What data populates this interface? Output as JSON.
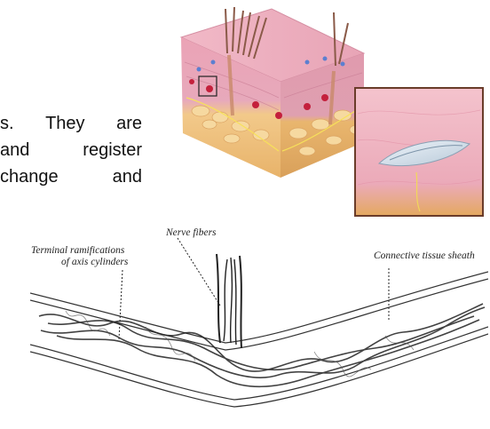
{
  "paragraph": {
    "lines": [
      "s.  They  are",
      "and  register",
      "change  and"
    ]
  },
  "figure_bottom": {
    "labels": {
      "nerve_fibers": "Nerve fibers",
      "terminal_1": "Terminal ramifications",
      "terminal_2": "of axis cylinders",
      "connective": "Connective tissue sheath"
    }
  },
  "colors": {
    "skin_pink": "#e9a8b8",
    "fat_yellow": "#f0c878",
    "inset_border": "#6a3c2a"
  }
}
